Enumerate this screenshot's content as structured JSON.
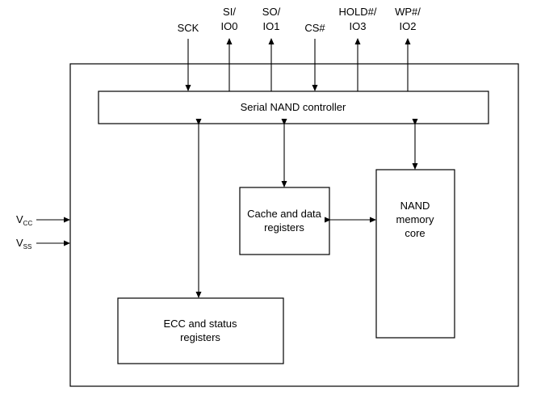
{
  "pins_top": [
    {
      "line1": "",
      "line2": "SCK"
    },
    {
      "line1": "SI/",
      "line2": "IO0"
    },
    {
      "line1": "SO/",
      "line2": "IO1"
    },
    {
      "line1": "",
      "line2": "CS#"
    },
    {
      "line1": "HOLD#/",
      "line2": "IO3"
    },
    {
      "line1": "WP#/",
      "line2": "IO2"
    }
  ],
  "pins_left": [
    {
      "main": "V",
      "sub": "CC"
    },
    {
      "main": "V",
      "sub": "SS"
    }
  ],
  "controller": {
    "label": "Serial NAND controller"
  },
  "cache_registers": {
    "line1": "Cache and data",
    "line2": "registers"
  },
  "nand_core": {
    "line1": "NAND",
    "line2": "memory",
    "line3": "core"
  },
  "ecc_registers": {
    "line1": "ECC and status",
    "line2": "registers"
  }
}
